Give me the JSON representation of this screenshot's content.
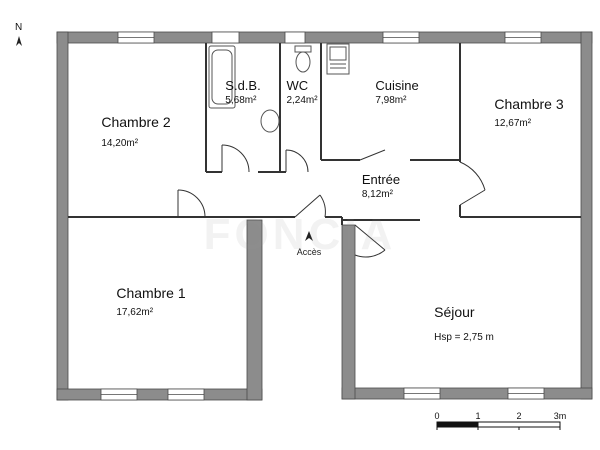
{
  "compass": {
    "letter": "N",
    "icon": "north-arrow-icon"
  },
  "watermark": "FONCIA",
  "rooms": {
    "chambre2": {
      "name": "Chambre 2",
      "area": "14,20m²"
    },
    "sdb": {
      "name": "S.d.B.",
      "area": "5,68m²"
    },
    "wc": {
      "name": "WC",
      "area": "2,24m²"
    },
    "cuisine": {
      "name": "Cuisine",
      "area": "7,98m²"
    },
    "chambre3": {
      "name": "Chambre 3",
      "area": "12,67m²"
    },
    "entree": {
      "name": "Entrée",
      "area": "8,12m²"
    },
    "chambre1": {
      "name": "Chambre 1",
      "area": "17,62m²"
    },
    "sejour": {
      "name": "Séjour",
      "note": "Hsp = 2,75 m"
    }
  },
  "entrance": {
    "label": "Accès",
    "icon": "entrance-arrow-icon"
  },
  "scale": {
    "ticks": [
      "0",
      "1",
      "2",
      "3m"
    ]
  },
  "colors": {
    "wall": "#8c8c8c",
    "wall_edge": "#4a4a4a",
    "window": "#ffffff",
    "fixture": "#555555"
  }
}
